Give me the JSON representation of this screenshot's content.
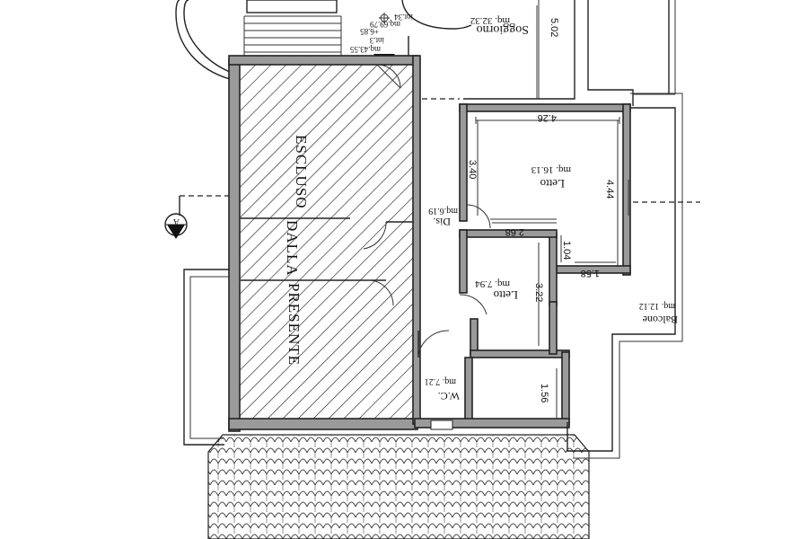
{
  "excluded_block": {
    "words": [
      "ESCLUSO",
      "DALLA",
      "PRESENTE"
    ]
  },
  "rooms": {
    "soggiorno": {
      "name": "Soggiorno",
      "area": "mq. 32.32"
    },
    "letto_large": {
      "name": "Letto",
      "area": "mq. 16.13"
    },
    "letto_small": {
      "name": "Letto",
      "area": "mq. 7.94"
    },
    "dis": {
      "name": "Dis.",
      "area": "mq.6.19"
    },
    "wc": {
      "name": "W.C.",
      "area": "mq. 7.21"
    },
    "balcone": {
      "name": "Balcone",
      "area": "mq. 12.12"
    }
  },
  "stair_labels": {
    "int34": "int.34",
    "mq6979": "mq.69.79",
    "int3": "int.3",
    "mq4355": "mq.43.55",
    "level": "+6.85"
  },
  "section_mark": "A",
  "dimensions": {
    "d502": "5.02",
    "d426": "4.26",
    "d340": "3.40",
    "d444": "4.44",
    "d268": "2.68",
    "d104": "1.04",
    "d158": "1.58",
    "d322": "3.22",
    "d156": "1.56"
  }
}
